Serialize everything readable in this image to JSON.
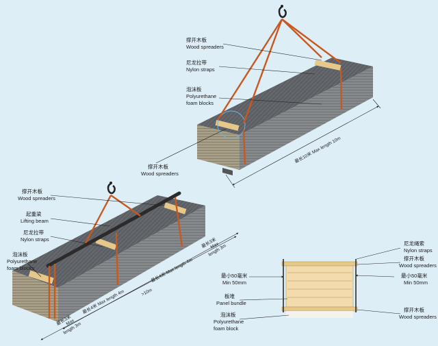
{
  "colors": {
    "background": "#ddeef7",
    "strap": "#c9581f",
    "foam": "#e6c98a",
    "panel_top": "#5f6368",
    "panel_side": "#8a8d90",
    "panel_end": "#a79d86"
  },
  "top_diagram": {
    "labels": {
      "wood_spreaders_cn": "撑开木板",
      "wood_spreaders_en": "Wood spreaders",
      "nylon_straps_cn": "尼龙拉带",
      "nylon_straps_en": "Nylon straps",
      "foam_cn": "泡沫板",
      "foam_en1": "Polyurethane",
      "foam_en2": "foam blocks",
      "wood_spreaders2_cn": "撑开木板",
      "wood_spreaders2_en": "Wood spreaders",
      "max_length": "最长10米 Max length 10m"
    }
  },
  "bottom_left_diagram": {
    "labels": {
      "wood_spreaders_cn": "撑开木板",
      "wood_spreaders_en": "Wood spreaders",
      "lifting_beam_cn": "起重梁",
      "lifting_beam_en": "Lifting beam",
      "nylon_straps_cn": "尼龙拉带",
      "nylon_straps_en": "Nylon straps",
      "foam_cn": "泡沫板",
      "foam_en1": "Polyurethane",
      "foam_en2": "foam blocks"
    },
    "dimensions": {
      "end_right_1": "最长3米",
      "end_right_2": "Max",
      "end_right_3": "length 3m",
      "mid_right": "最长4米 Max length 4m",
      "mid_left": "最长4米 Max length 4m",
      "end_left_1": "最长3米",
      "end_left_2": "Max",
      "end_left_3": "length 3m",
      "total": ">10m"
    }
  },
  "section_diagram": {
    "labels": {
      "nylon_cn": "尼龙绳索",
      "nylon_en": "Nylon straps",
      "spreaders_top_cn": "撑开木板",
      "spreaders_top_en": "Wood spreaders",
      "min_right_cn": "最小50毫米",
      "min_right_en": "Min 50mm",
      "min_left_cn": "最小50毫米",
      "min_left_en": "Min 50mm",
      "bundle_cn": "板堆",
      "bundle_en": "Panel bundle",
      "foam_cn": "泡沫板",
      "foam_en1": "Polyurethane",
      "foam_en2": "foam block",
      "spreaders_bottom_cn": "撑开木板",
      "spreaders_bottom_en": "Wood spreaders"
    }
  }
}
